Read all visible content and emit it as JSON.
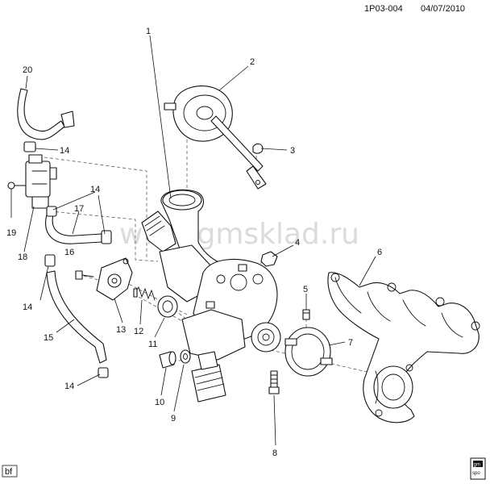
{
  "header": {
    "code": "1P03-004",
    "date": "04/07/2010"
  },
  "watermark": "www.gmsklad.ru",
  "footer": {
    "tag": "bf",
    "stamp_line1": "gm",
    "stamp_line2": "spo"
  },
  "callouts": {
    "c1": "1",
    "c2": "2",
    "c3": "3",
    "c4": "4",
    "c5": "5",
    "c6": "6",
    "c7": "7",
    "c8": "8",
    "c9": "9",
    "c10": "10",
    "c11": "11",
    "c12": "12",
    "c13": "13",
    "c14a": "14",
    "c14b": "14",
    "c14c": "14",
    "c14d": "14",
    "c15": "15",
    "c16": "16",
    "c17": "17",
    "c18": "18",
    "c19": "19",
    "c20": "20"
  }
}
